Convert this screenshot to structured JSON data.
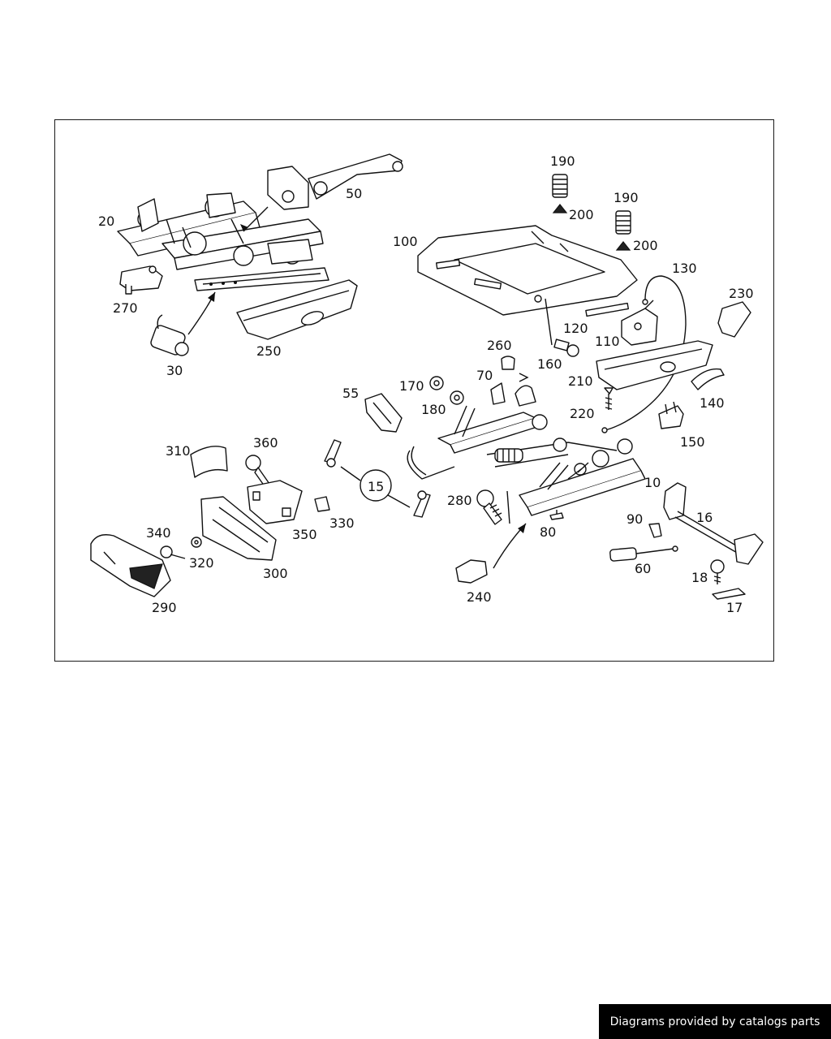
{
  "diagram": {
    "part_labels": [
      "10",
      "15",
      "16",
      "17",
      "18",
      "20",
      "30",
      "50",
      "55",
      "60",
      "70",
      "80",
      "90",
      "100",
      "110",
      "120",
      "130",
      "140",
      "150",
      "160",
      "170",
      "180",
      "190",
      "190",
      "200",
      "200",
      "210",
      "220",
      "230",
      "240",
      "250",
      "260",
      "270",
      "280",
      "290",
      "300",
      "310",
      "320",
      "330",
      "340",
      "350",
      "360"
    ],
    "callout_circle_label": "15"
  },
  "footer": {
    "credit": "Diagrams provided by catalogs parts"
  },
  "colors": {
    "line": "#111111",
    "background": "#ffffff",
    "credit_bg": "#000000",
    "credit_text": "#ffffff"
  }
}
